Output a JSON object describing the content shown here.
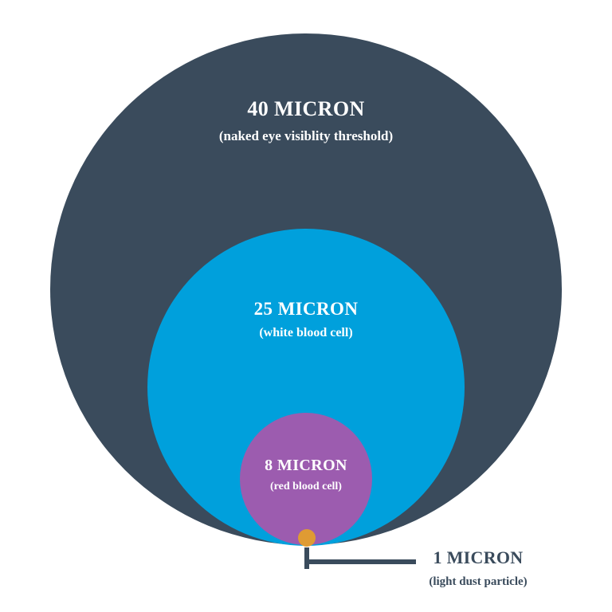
{
  "diagram": {
    "type": "nested-proportional-circles",
    "background_color": "#ffffff",
    "items": [
      {
        "key": "outer",
        "title": "40 MICRON",
        "subtitle": "(naked eye visiblity threshold)",
        "size_microns": 40,
        "color": "#3a4b5c",
        "text_color": "#ffffff",
        "icon_name": "naked-eye-threshold-circle"
      },
      {
        "key": "middle",
        "title": "25 MICRON",
        "subtitle": "(white blood cell)",
        "size_microns": 25,
        "color": "#00a0dc",
        "text_color": "#ffffff",
        "icon_name": "white-blood-cell-circle"
      },
      {
        "key": "inner",
        "title": "8 MICRON",
        "subtitle": "(red blood cell)",
        "size_microns": 8,
        "color": "#9c5caf",
        "text_color": "#ffffff",
        "icon_name": "red-blood-cell-circle"
      },
      {
        "key": "dot",
        "title": "1 MICRON",
        "subtitle": "(light dust particle)",
        "size_microns": 1,
        "color": "#df9b33",
        "text_color": "#3a4b5c",
        "icon_name": "light-dust-particle-dot"
      }
    ],
    "leader_line": {
      "color": "#3a4b5c",
      "icon_name": "leader-line"
    }
  },
  "chart_data": {
    "type": "bubble",
    "title": "",
    "categories": [
      "40 MICRON",
      "25 MICRON",
      "8 MICRON",
      "1 MICRON"
    ],
    "values": [
      40,
      25,
      8,
      1
    ],
    "labels": [
      "(naked eye visiblity threshold)",
      "(white blood cell)",
      "(red blood cell)",
      "(light dust particle)"
    ],
    "colors": [
      "#3a4b5c",
      "#00a0dc",
      "#9c5caf",
      "#df9b33"
    ],
    "unit": "micron",
    "xlabel": "",
    "ylabel": "",
    "legend": "none",
    "grid": false,
    "note": "Concentric bottom-tangent circles; diameters scale with micron size."
  }
}
